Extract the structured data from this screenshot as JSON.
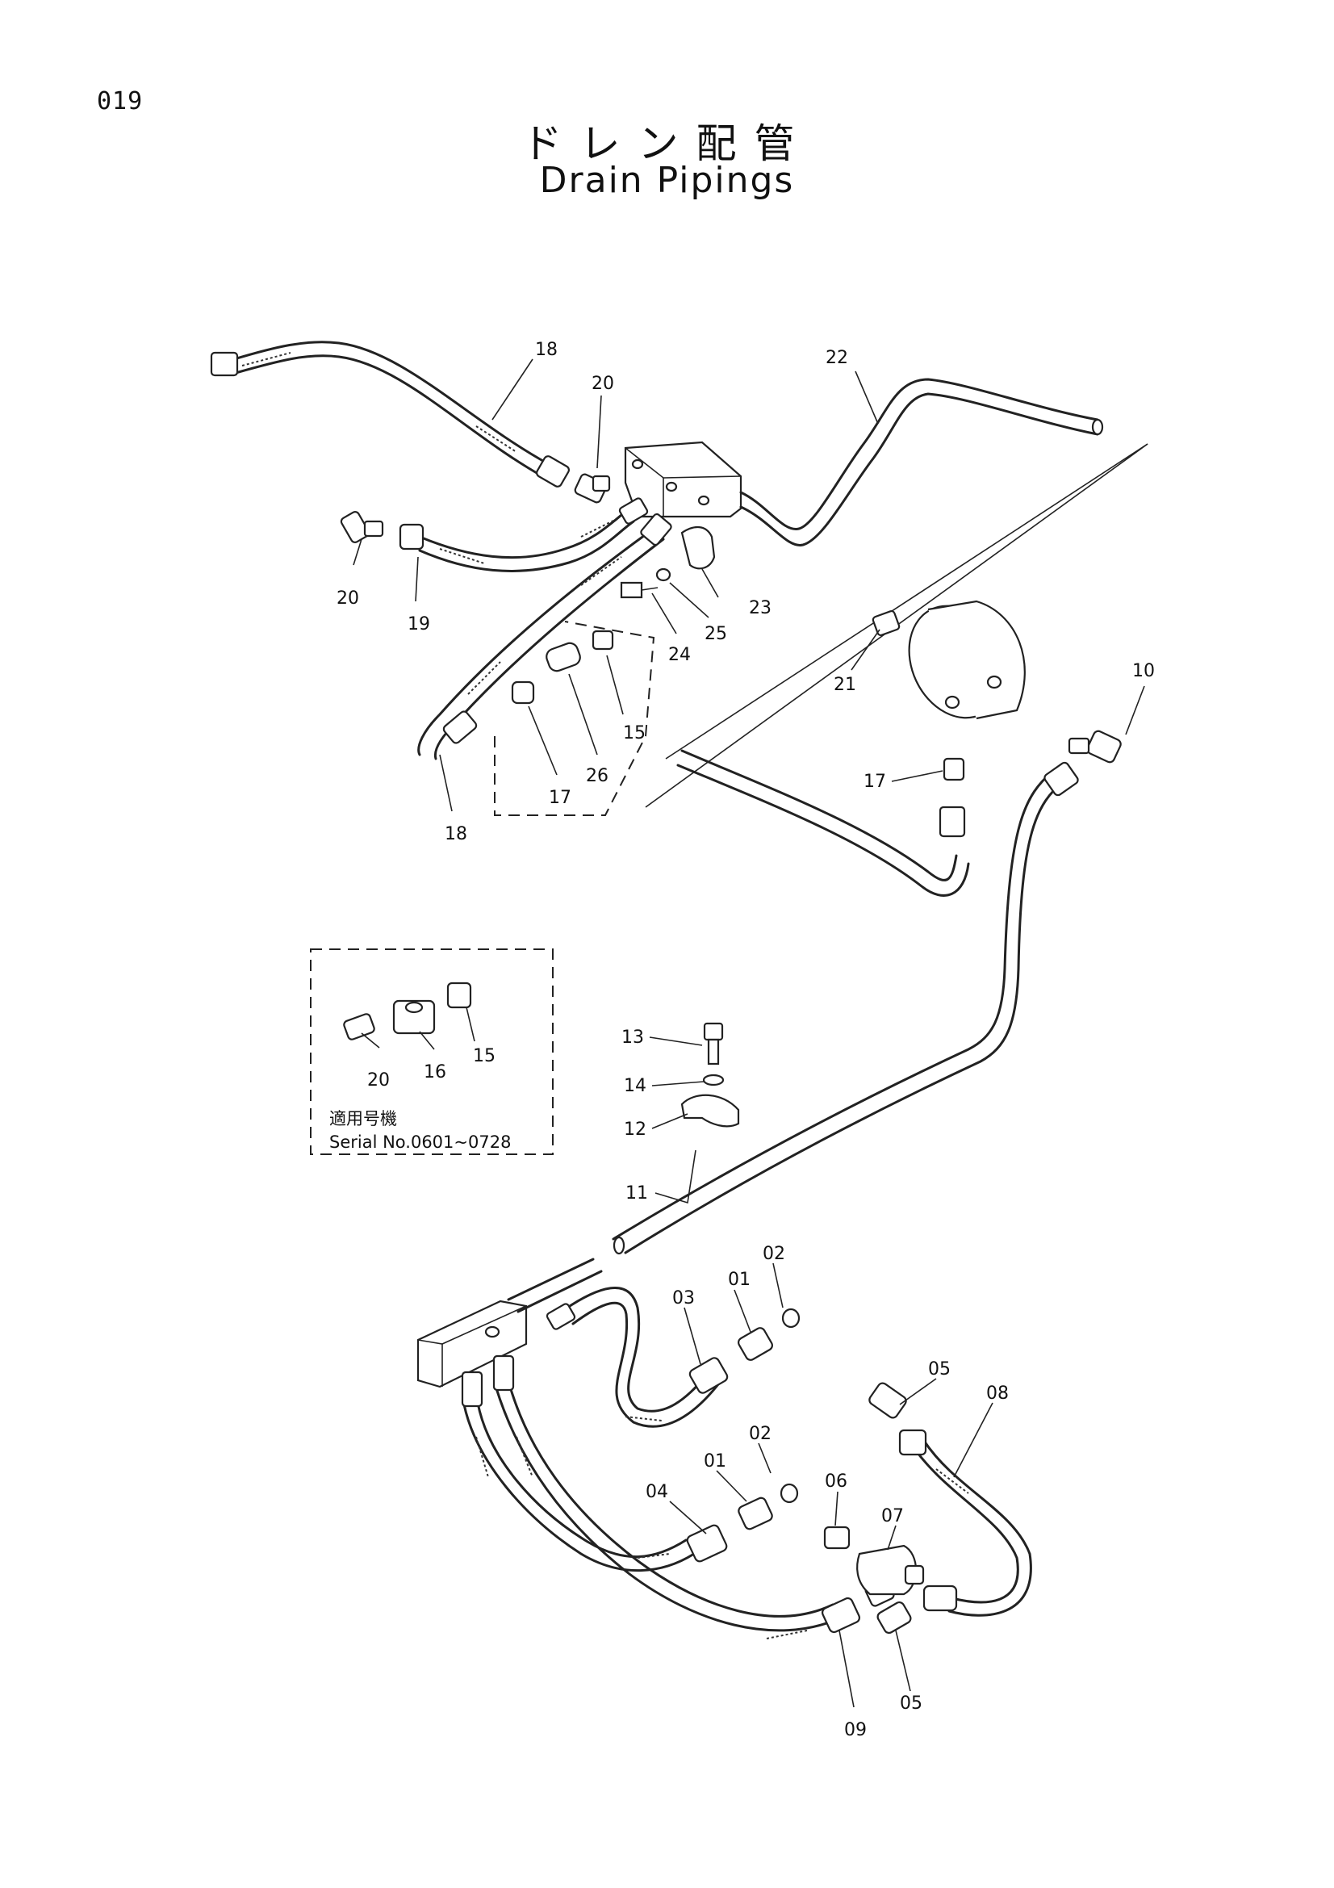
{
  "page": {
    "number": "019",
    "title_jp": "ドレン配管",
    "title_en": "Drain Pipings"
  },
  "callouts": {
    "c18a": "18",
    "c20a": "20",
    "c22": "22",
    "c20b": "20",
    "c19": "19",
    "c23": "23",
    "c24": "24",
    "c25": "25",
    "c15a": "15",
    "c26": "26",
    "c17a": "17",
    "c18b": "18",
    "c21": "21",
    "c10": "10",
    "c17b": "17",
    "c20c": "20",
    "c16": "16",
    "c15b": "15",
    "c13": "13",
    "c14": "14",
    "c12": "12",
    "c11": "11",
    "c02a": "02",
    "c01a": "01",
    "c03": "03",
    "c05a": "05",
    "c08": "08",
    "c02b": "02",
    "c01b": "01",
    "c06": "06",
    "c04": "04",
    "c07": "07",
    "c05b": "05",
    "c09": "09"
  },
  "inset": {
    "applicable_label": "適用号機",
    "serial": "Serial No.0601~0728"
  }
}
